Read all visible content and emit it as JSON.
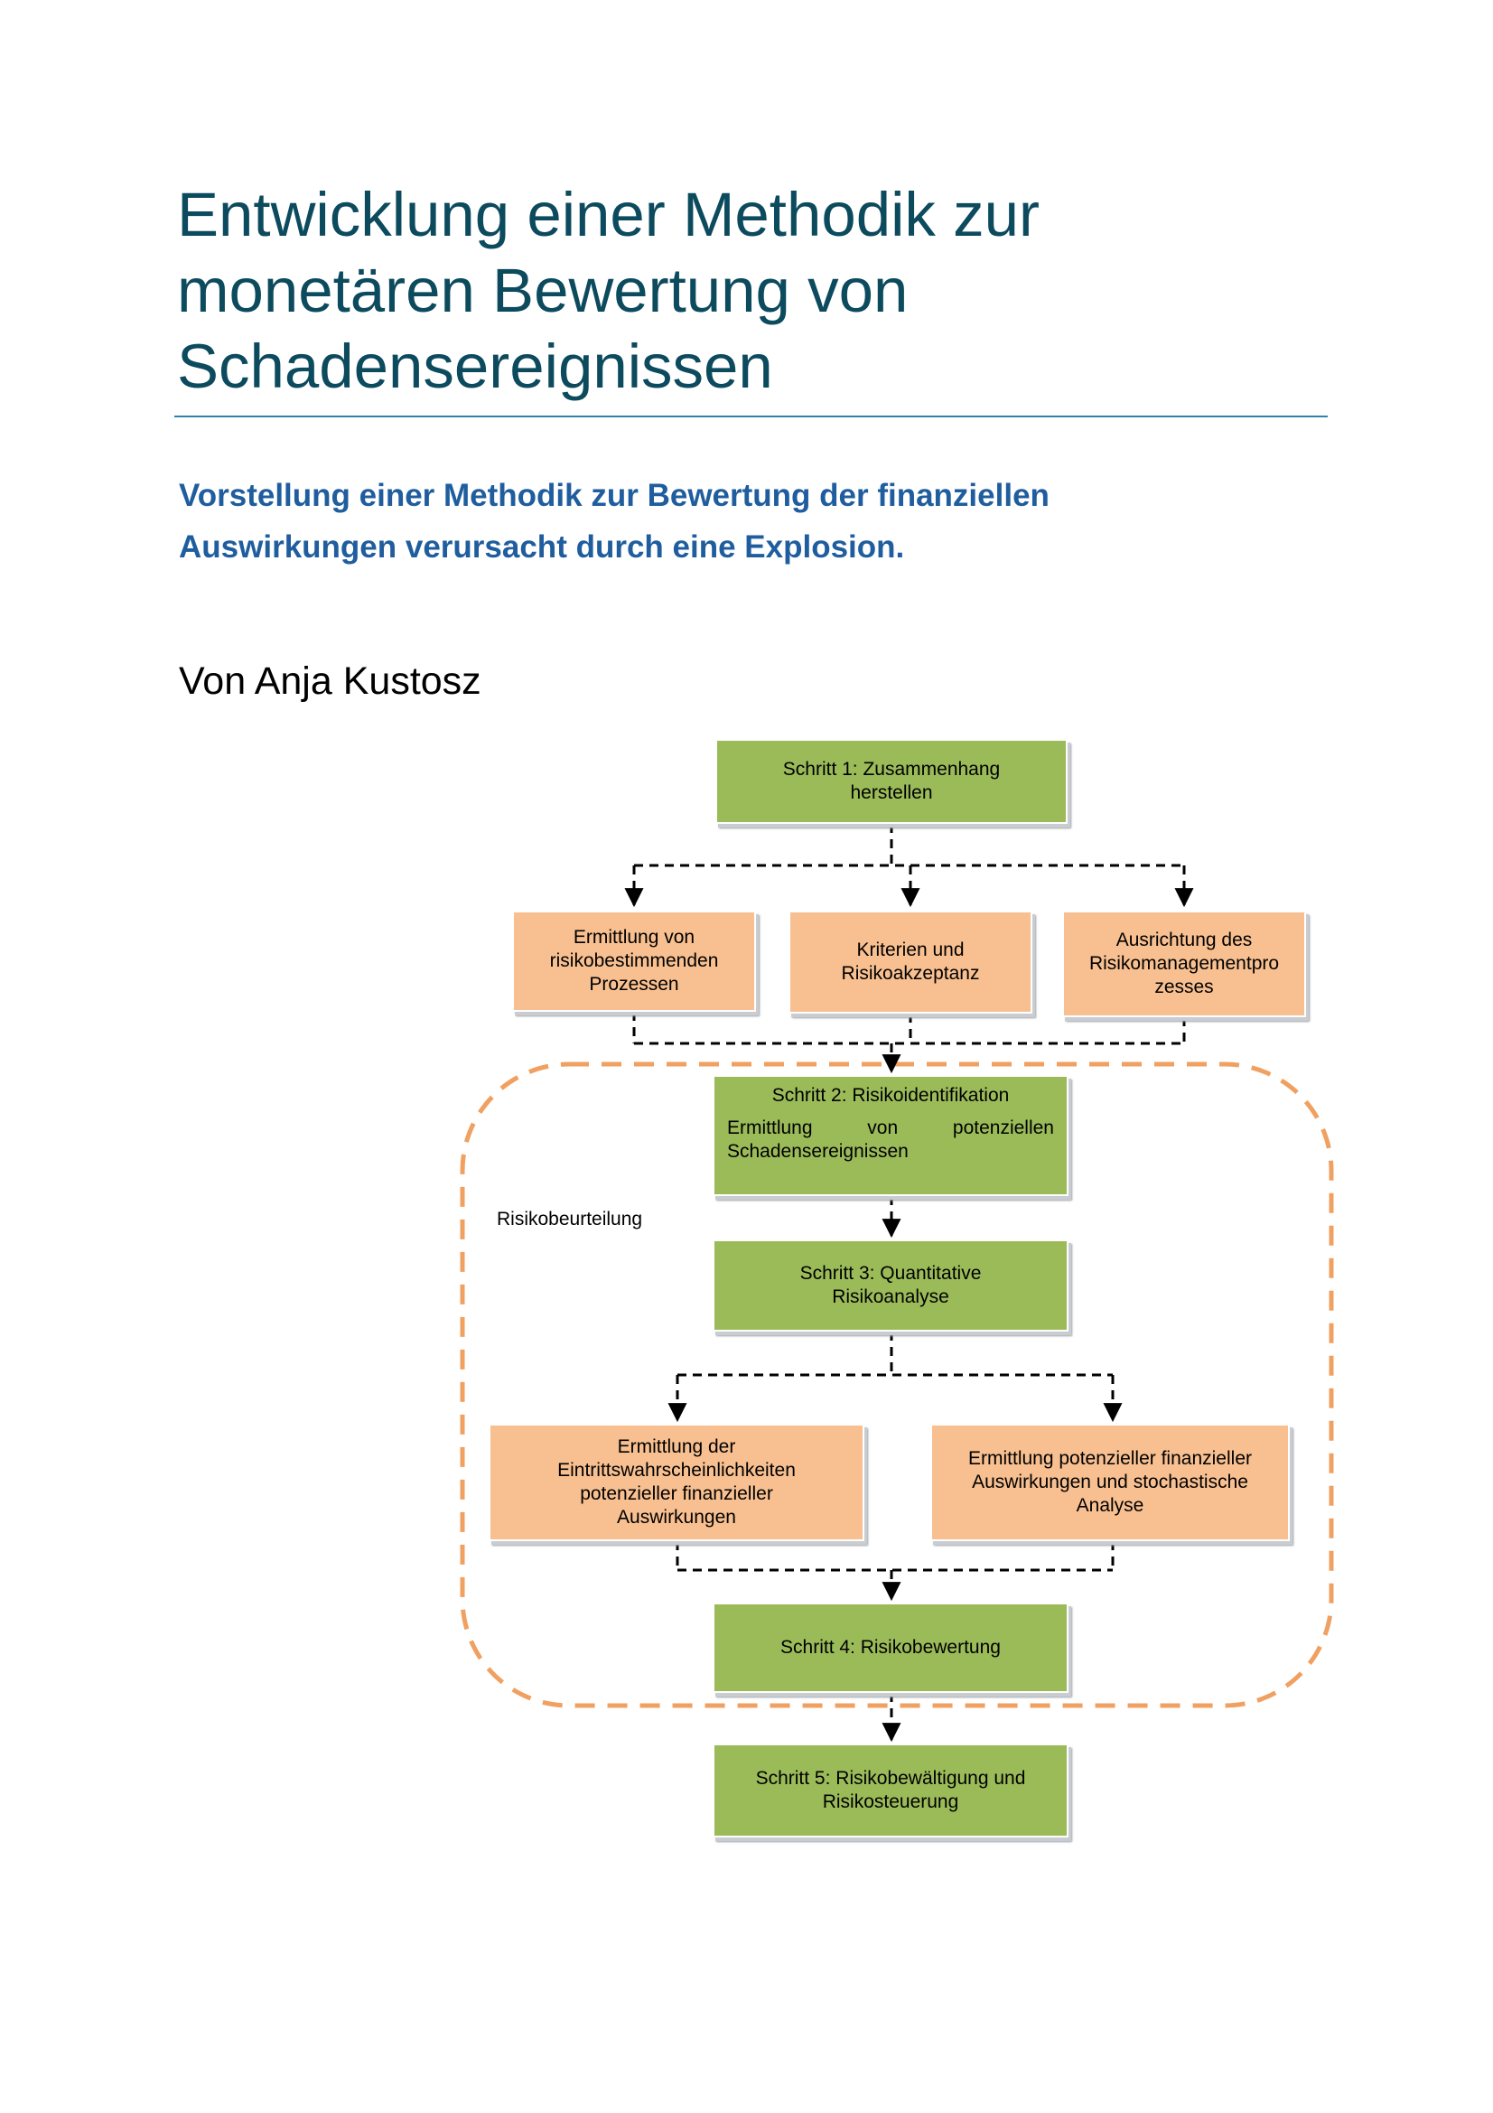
{
  "title": {
    "lines": [
      "Entwicklung einer Methodik zur",
      "monetären Bewertung von",
      "Schadensereignissen"
    ]
  },
  "subtitle": {
    "lines": [
      "Vorstellung einer Methodik zur Bewertung der finanziellen",
      "Auswirkungen verursacht durch eine Explosion."
    ]
  },
  "author": "Von Anja Kustosz",
  "diagram": {
    "colors": {
      "step_fill": "#9bbb59",
      "sub_fill": "#f8c090",
      "zone_stroke": "#f0a060",
      "connector": "#000000"
    },
    "zone_label": "Risikobeurteilung",
    "step1": {
      "lines": [
        "Schritt 1: Zusammenhang",
        "herstellen"
      ]
    },
    "sub1": {
      "lines": [
        "Ermittlung von",
        "risikobestimmenden",
        "Prozessen"
      ]
    },
    "sub2": {
      "lines": [
        "Kriterien und",
        "Risikoakzeptanz"
      ]
    },
    "sub3": {
      "lines": [
        "Ausrichtung des",
        "Risikomanagementpro",
        "zesses"
      ]
    },
    "step2": {
      "head": "Schritt 2: Risikoidentifikation",
      "lines": [
        "Ermittlung von potenziellen",
        "Schadensereignissen"
      ]
    },
    "step3": {
      "lines": [
        "Schritt 3: Quantitative",
        "Risikoanalyse"
      ]
    },
    "sub4": {
      "lines": [
        "Ermittlung der",
        "Eintrittswahrscheinlichkeiten",
        "potenzieller finanzieller",
        "Auswirkungen"
      ]
    },
    "sub5": {
      "lines": [
        "Ermittlung potenzieller finanzieller",
        "Auswirkungen und stochastische",
        "Analyse"
      ]
    },
    "step4": {
      "lines": [
        "Schritt 4: Risikobewertung"
      ]
    },
    "step5": {
      "lines": [
        "Schritt 5: Risikobewältigung und",
        "Risikosteuerung"
      ]
    }
  }
}
